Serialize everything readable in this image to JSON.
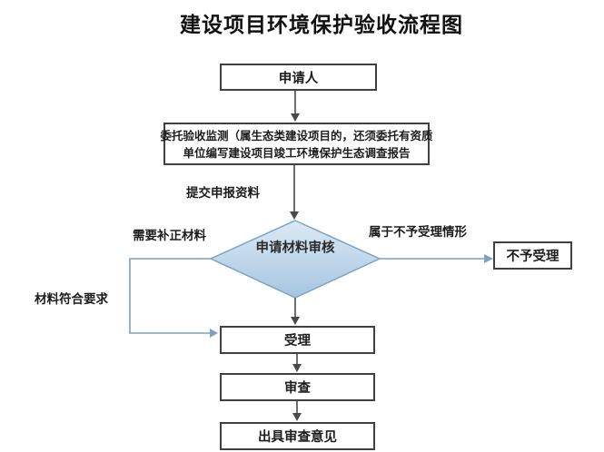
{
  "title": "建设项目环境保护验收流程图",
  "flowchart": {
    "nodes": {
      "applicant": {
        "label": "申请人"
      },
      "entrust": {
        "line1": "委托验收监测（属生态类建设项目的，还须委托有资质",
        "line2": "单位编写建设项目竣工环境保护生态调查报告"
      },
      "review_decision": {
        "label": "申请材料审核"
      },
      "reject": {
        "label": "不予受理"
      },
      "accept": {
        "label": "受理"
      },
      "examine": {
        "label": "审查"
      },
      "opinion": {
        "label": "出具审查意见"
      }
    },
    "edge_labels": {
      "submit_materials": "提交申报资料",
      "need_correction": "需要补正材料",
      "not_acceptable_case": "属于不予受理情形",
      "materials_meet_requirements": "材料符合要求"
    }
  },
  "colors": {
    "diamond_fill_top": "#dce9f5",
    "diamond_fill_bottom": "#a6c5e0",
    "diamond_border": "#7ba4c7",
    "flow_line_blue": "#7da2c1",
    "flow_line_black": "#4a4a4a",
    "box_border": "#404040",
    "text": "#1c1c1c"
  }
}
